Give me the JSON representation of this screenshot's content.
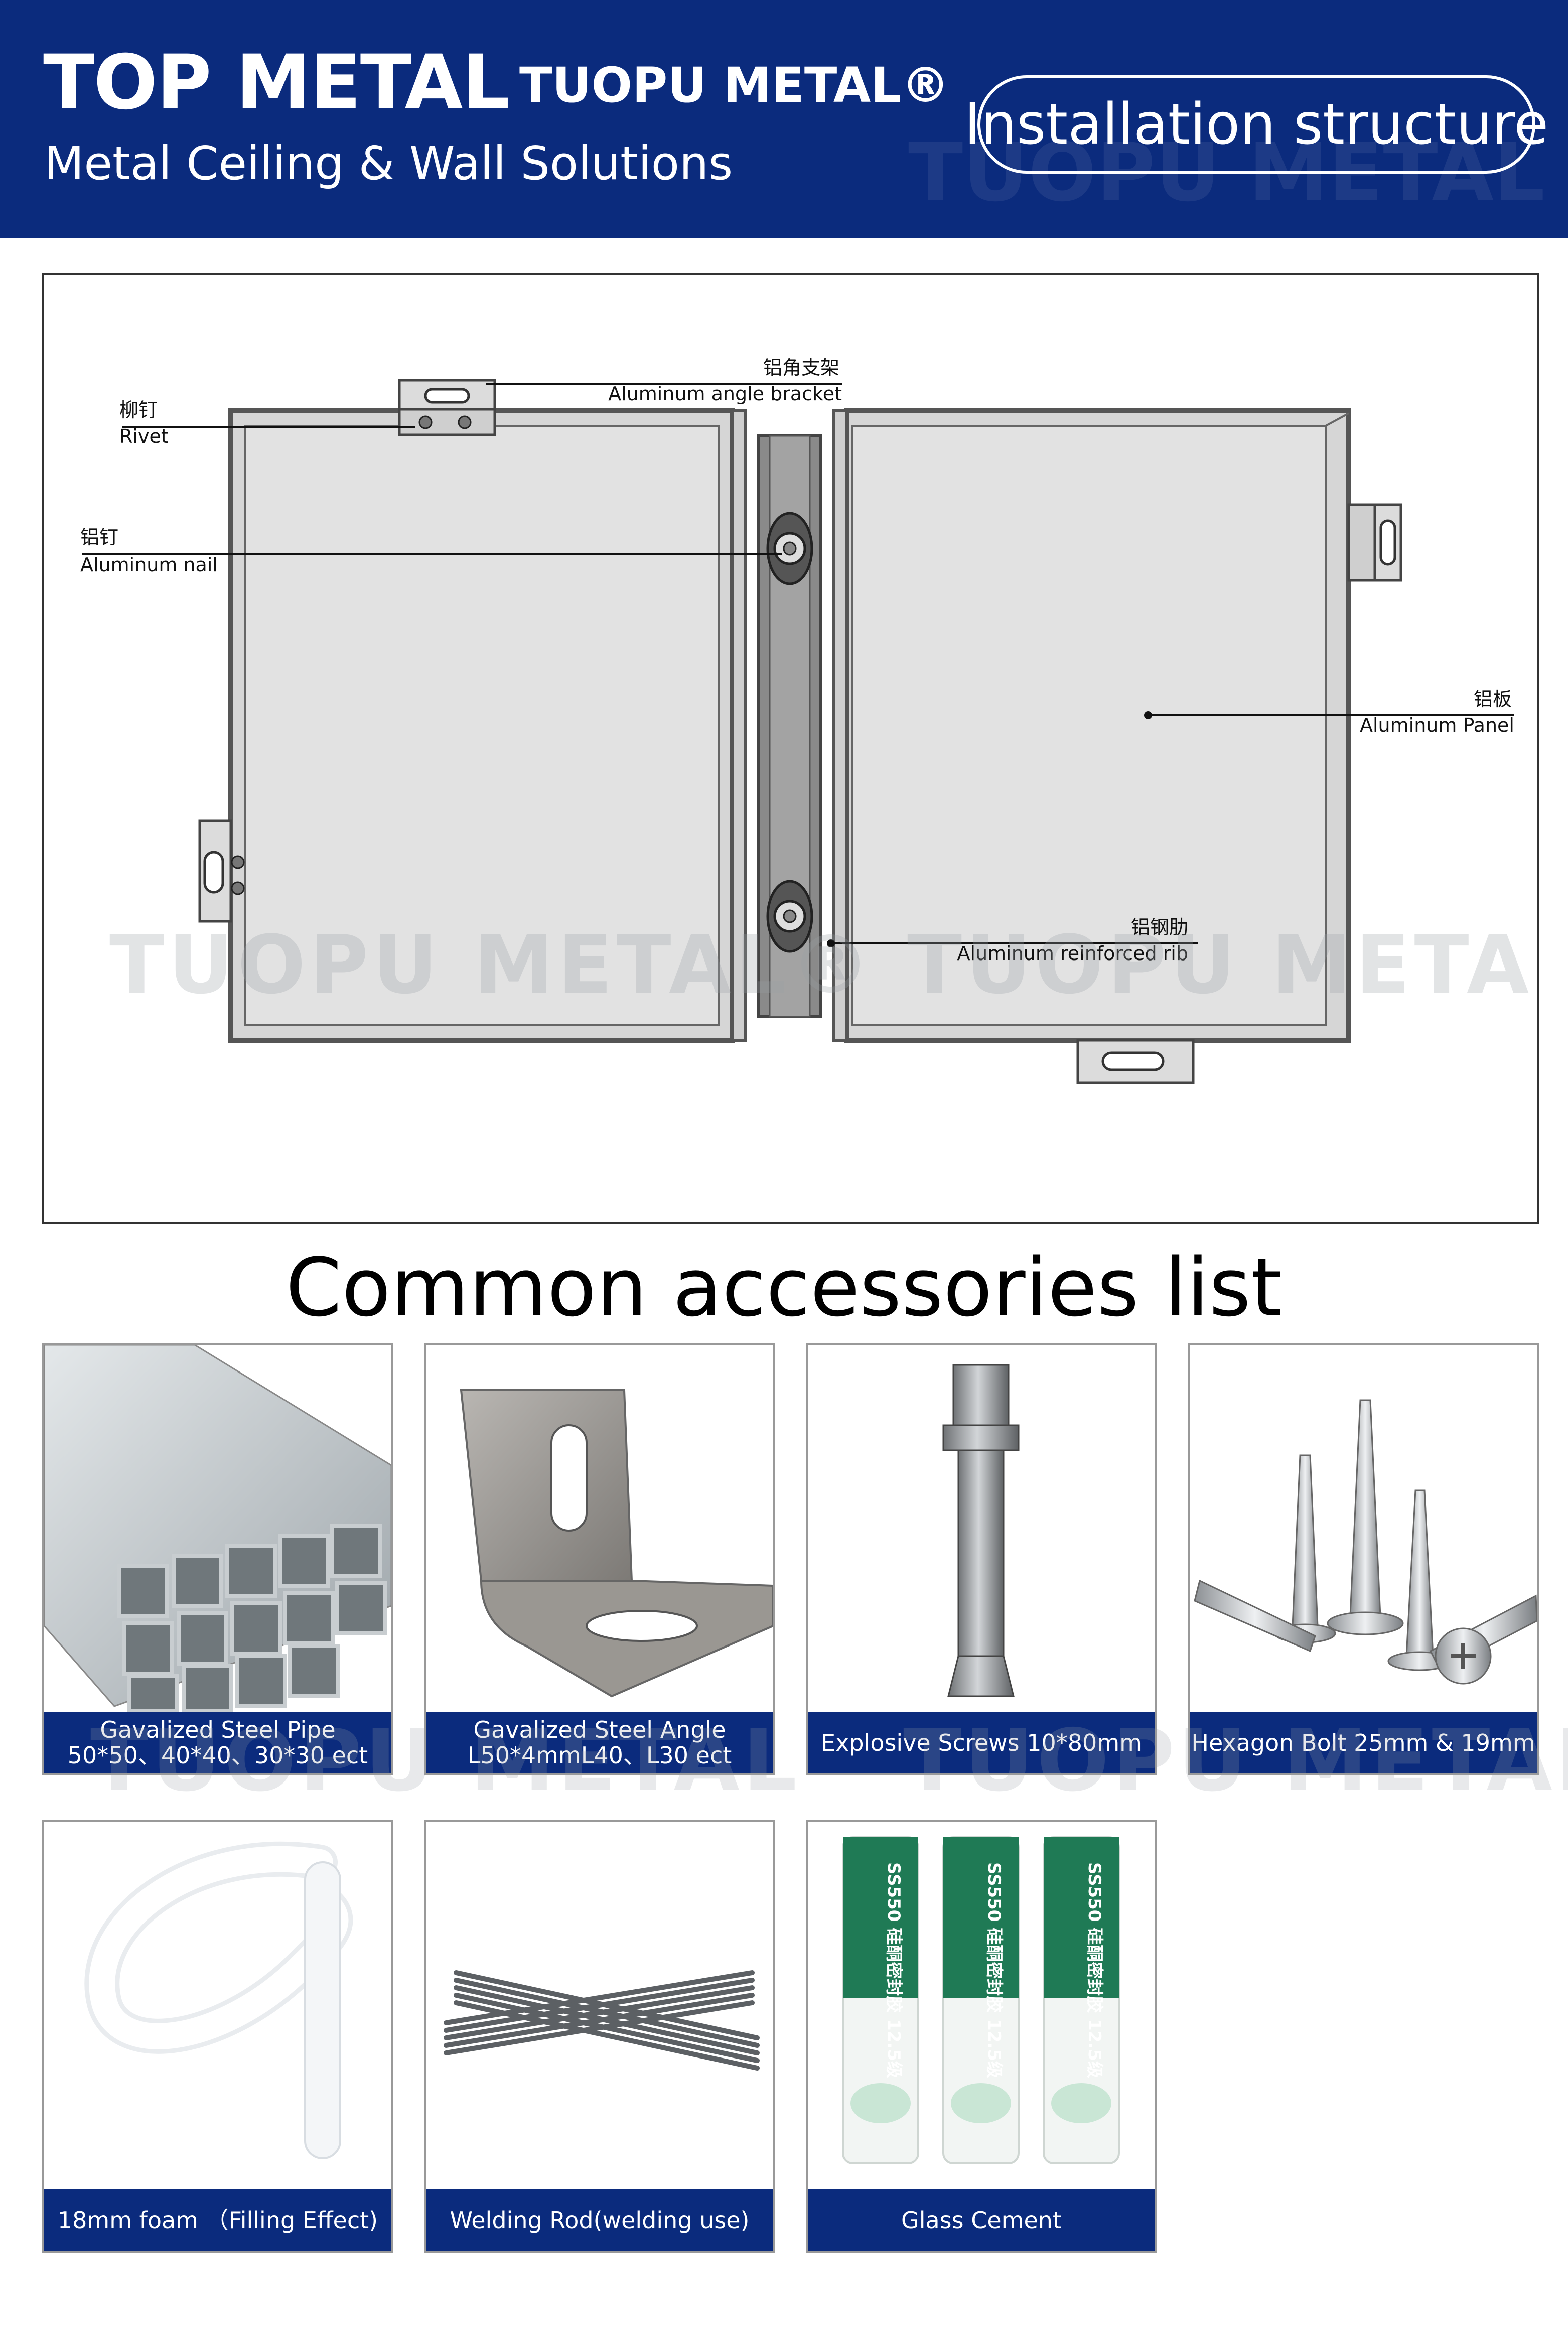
{
  "header": {
    "brand_en": "TOP METAL",
    "brand_cn": "TUOPU METAL®",
    "subtitle": "Metal Ceiling & Wall Solutions",
    "section": "Installation structure",
    "watermark": "TUOPU METAL"
  },
  "diagram": {
    "labels": {
      "bracket_cn": "铝角支架",
      "bracket_en": "Aluminum angle bracket",
      "rivet_cn": "柳钉",
      "rivet_en": "Rivet",
      "nail_cn": "铝钉",
      "nail_en": "Aluminum nail",
      "panel_cn": "铝板",
      "panel_en": "Aluminum Panel",
      "rib_cn": "铝钢肋",
      "rib_en": "Aluminum reinforced rib"
    },
    "watermark": "TUOPU METAL®"
  },
  "accessories": {
    "title": "Common accessories list",
    "watermark": "TUOPU METAL",
    "items": [
      {
        "line1": "Gavalized Steel Pipe",
        "line2": "50*50、40*40、30*30 ect",
        "icon": "steel-pipe-bundle"
      },
      {
        "line1": "Gavalized Steel Angle",
        "line2": "L50*4mmL40、L30 ect",
        "icon": "steel-angle-bracket"
      },
      {
        "line1": "Explosive Screws 10*80mm",
        "line2": "",
        "icon": "expansion-bolt"
      },
      {
        "line1": "Hexagon Bolt 25mm & 19mm",
        "line2": "",
        "icon": "screws"
      },
      {
        "line1": "18mm foam （Filling Effect)",
        "line2": "",
        "icon": "foam-rod"
      },
      {
        "line1": "Welding Rod(welding use)",
        "line2": "",
        "icon": "welding-rods"
      },
      {
        "line1": "Glass Cement",
        "line2": "",
        "icon": "sealant-tubes"
      }
    ],
    "tube_label": "SS550 硅酮密封胶 12.5级"
  },
  "colors": {
    "brand_blue": "#0b2b7d",
    "panel_gray": "#dcdcdc",
    "outline": "#555555"
  }
}
